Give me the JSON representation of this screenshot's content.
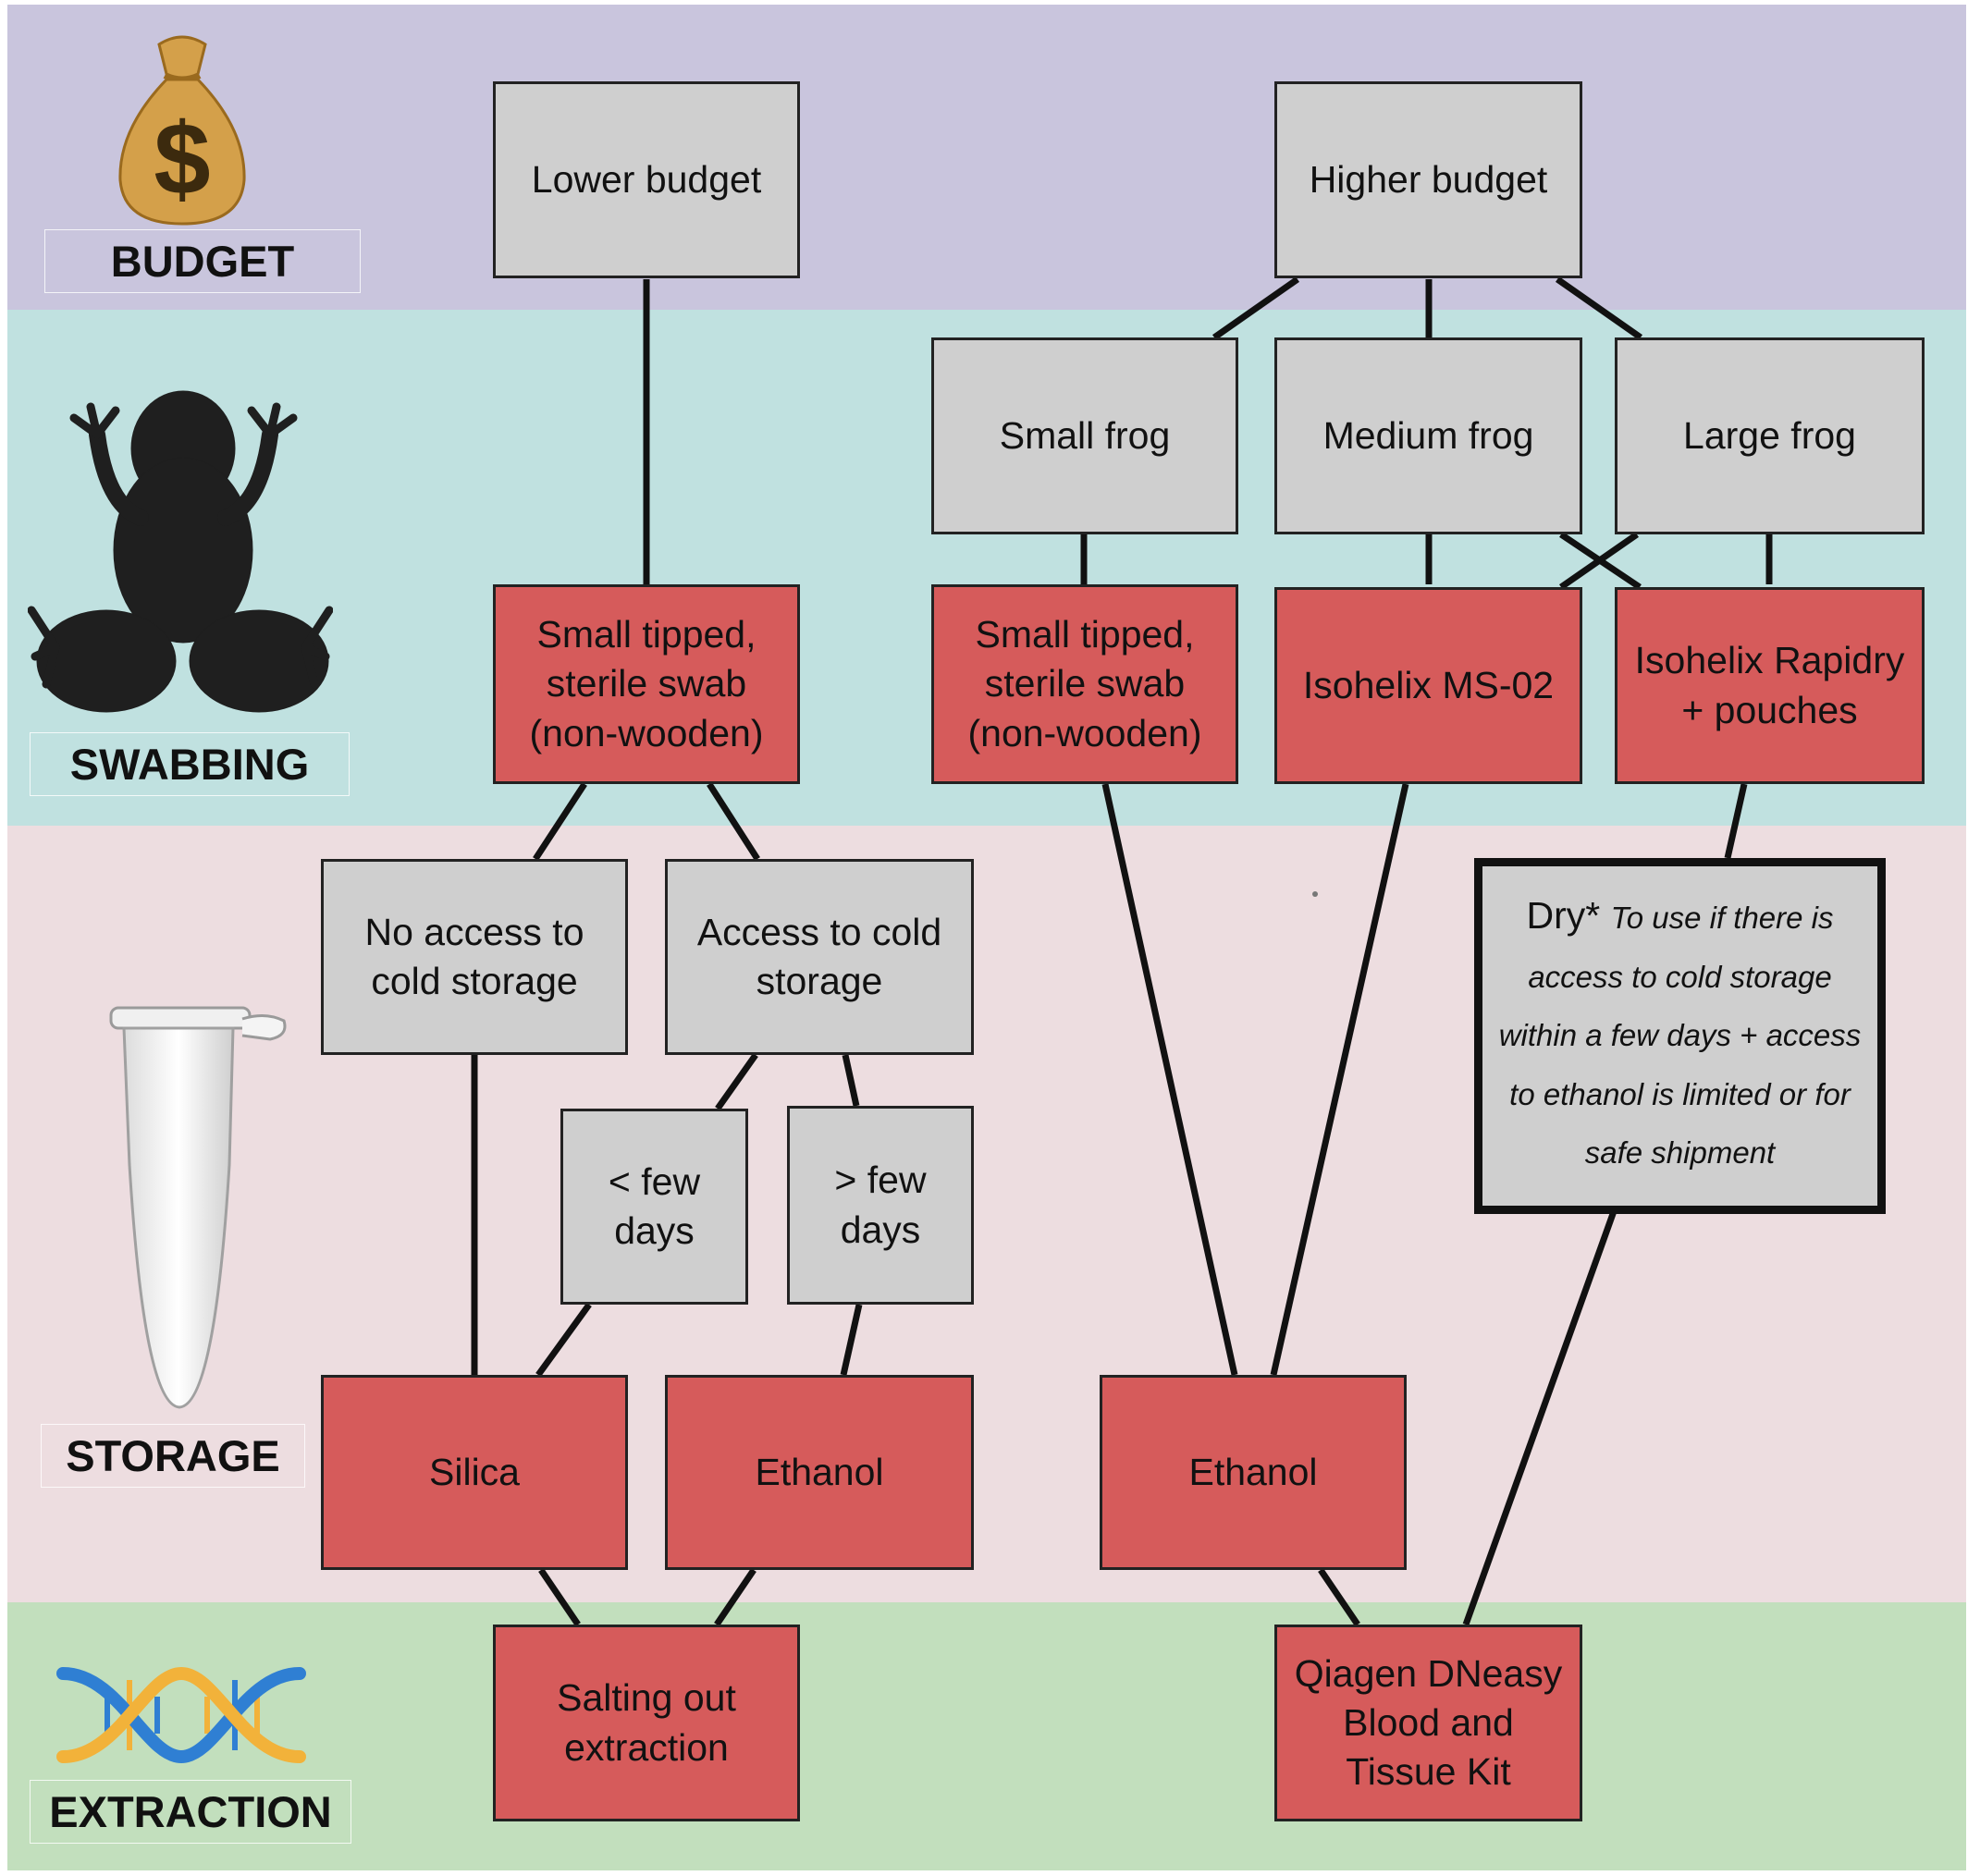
{
  "bands": {
    "budget": {
      "label": "BUDGET",
      "color": "#c9c5dd"
    },
    "swabbing": {
      "label": "SWABBING",
      "color": "#c0e1e0"
    },
    "storage": {
      "label": "STORAGE",
      "color": "#eddde0"
    },
    "extraction": {
      "label": "EXTRACTION",
      "color": "#c2dfbd"
    }
  },
  "nodes": {
    "lower_budget": "Lower budget",
    "higher_budget": "Higher budget",
    "small_frog": "Small frog",
    "medium_frog": "Medium frog",
    "large_frog": "Large frog",
    "swab_left": "Small tipped, sterile swab (non-wooden)",
    "swab_right": "Small tipped, sterile swab (non-wooden)",
    "isohelix_ms02": "Isohelix MS-02",
    "isohelix_rapidry": "Isohelix Rapidry + pouches",
    "no_cold_access": "No access to cold storage",
    "cold_access": "Access to cold storage",
    "less_few_days": "< few days",
    "more_few_days": "> few days",
    "dry_lead": "Dry*",
    "dry_note": "To use if there is access to cold storage within a few days + access to ethanol is limited or for safe shipment",
    "silica": "Silica",
    "ethanol_left": "Ethanol",
    "ethanol_right": "Ethanol",
    "salting_out": "Salting out extraction",
    "qiagen": "Qiagen DNeasy Blood and Tissue Kit"
  },
  "colors": {
    "decision_fill": "#cfcfcf",
    "method_fill": "#d65b5b",
    "connector": "#111111",
    "money_bag": "#d4a04a",
    "frog": "#1f1f1f",
    "dna_blue": "#2f7fd3",
    "dna_orange": "#f2b23a"
  },
  "icons": {
    "budget": "money-bag-icon",
    "swabbing": "frog-icon",
    "storage": "tube-icon",
    "extraction": "dna-icon"
  }
}
